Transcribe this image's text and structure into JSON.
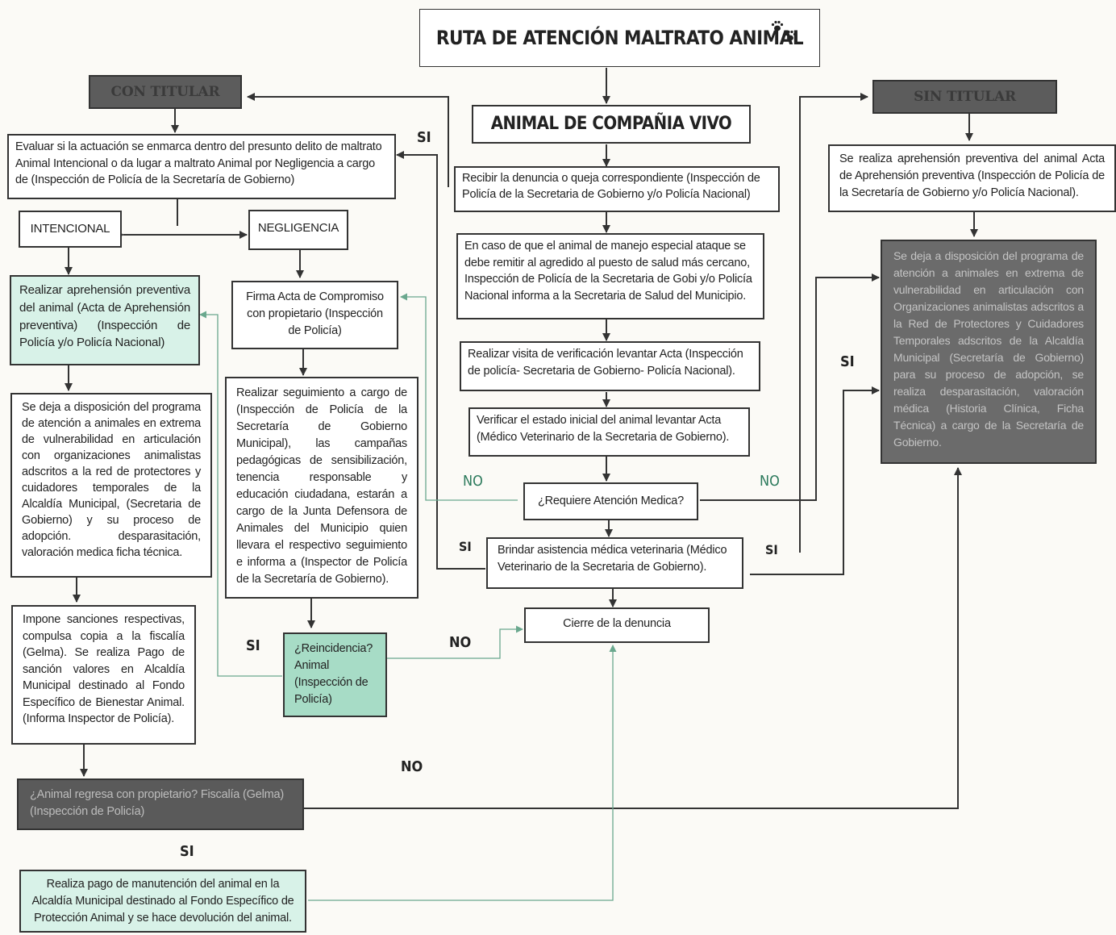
{
  "title": "RUTA DE ATENCIÓN MALTRATO ANIMAL",
  "start": "ANIMAL DE COMPAÑIA VIVO",
  "con_titular": "CON TITULAR",
  "sin_titular": "SIN TITULAR",
  "center": {
    "recibir": "Recibir la denuncia o queja correspondiente (Inspección de Policía de la Secretaria de Gobierno y/o Policía Nacional)",
    "caso_ataque": "En caso de que el animal de manejo especial ataque se debe remitir al agredido al puesto de salud más cercano, Inspección de Policía de la Secretaria de Gobi y/o Policía Nacional informa a la Secretaria de Salud del Municipio.",
    "visita": "Realizar visita de verificación levantar Acta (Inspección de policía- Secretaria de Gobierno- Policía Nacional).",
    "verificar": "Verificar el estado inicial del animal levantar Acta (Médico Veterinario de la Secretaria de Gobierno).",
    "requiere": "¿Requiere Atención Medica?",
    "brindar": "Brindar asistencia médica veterinaria (Médico Veterinario de la Secretaria de Gobierno).",
    "cierre": "Cierre de la denuncia"
  },
  "left": {
    "evaluar": "Evaluar si la actuación se enmarca dentro del presunto delito de maltrato Animal Intencional o da lugar a maltrato Animal por Negligencia a cargo de (Inspección de Policía de la Secretaría de Gobierno)",
    "intencional": "INTENCIONAL",
    "negligencia": "NEGLIGENCIA",
    "aprehension": "Realizar aprehensión preventiva del animal (Acta de Aprehensión preventiva) (Inspección de Policía y/o Policía Nacional)",
    "disposicion": "Se deja a disposición del programa de atención a animales en extrema de vulnerabilidad en articulación con organizaciones animalistas adscritos a la red de protectores y cuidadores temporales de la Alcaldía Municipal, (Secretaria de Gobierno) y su proceso de adopción. desparasitación, valoración medica ficha técnica.",
    "sanciones": "Impone sanciones respectivas, compulsa copia a la fiscalía (Gelma). Se realiza Pago de sanción valores en Alcaldía Municipal destinado al Fondo Específico de Bienestar Animal. (Informa Inspector de Policía).",
    "regresa": "¿Animal regresa con propietario? Fiscalía (Gelma) (Inspección de Policía)",
    "manutencion": "Realiza pago de manutención del animal en la Alcaldía Municipal destinado al Fondo Específico de Protección Animal y se hace devolución del animal.",
    "firma": "Firma Acta de Compromiso con propietario (Inspección de Policía)",
    "seguimiento": "Realizar seguimiento a cargo de (Inspección de Policía de la Secretaría de Gobierno Municipal), las campañas pedagógicas de sensibilización, tenencia responsable y educación ciudadana, estarán a cargo de la Junta Defensora de Animales del Municipio quien llevara el respectivo seguimiento e informa a (Inspector de Policía de la Secretaría de Gobierno).",
    "reincidencia": "¿Reincidencia? Animal (Inspección de Policía)"
  },
  "right": {
    "aprehension": "Se realiza aprehensión preventiva del animal Acta de Aprehensión preventiva (Inspección de Policía de la Secretaría de Gobierno y/o Policía Nacional).",
    "disposicion": "Se deja a disposición del programa de atención a animales en extrema de vulnerabilidad en articulación con Organizaciones animalistas adscritos a la Red de Protectores y Cuidadores Temporales adscritos de la Alcaldía Municipal (Secretaría de Gobierno) para su proceso de adopción, se realiza desparasitación, valoración médica (Historia Clínica, Ficha Técnica) a cargo de la Secretaría de Gobierno."
  },
  "labels": {
    "si": "SI",
    "no": "NO"
  },
  "icons": [
    "paw-prints-icon"
  ]
}
